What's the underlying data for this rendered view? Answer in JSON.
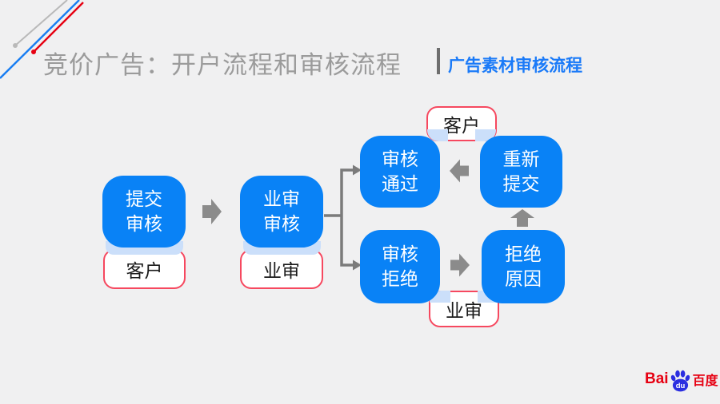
{
  "header": {
    "title": "竞价广告：开户流程和审核流程",
    "subtitle": "广告素材审核流程"
  },
  "flow": {
    "nodes": {
      "submit": {
        "line1": "提交",
        "line2": "审核"
      },
      "biz_review": {
        "line1": "业审",
        "line2": "审核"
      },
      "approved": {
        "line1": "审核",
        "line2": "通过"
      },
      "resubmit": {
        "line1": "重新",
        "line2": "提交"
      },
      "rejected": {
        "line1": "审核",
        "line2": "拒绝"
      },
      "reject_reason": {
        "line1": "拒绝",
        "line2": "原因"
      }
    },
    "actor_labels": {
      "submit_actor": "客户",
      "biz_review_actor": "业审",
      "approved_actor": "客户",
      "rejected_actor": "业审"
    }
  },
  "colors": {
    "background": "#f0f0f1",
    "node_blue": "#0982f6",
    "node_accent_light_blue": "#cbdffa",
    "actor_border_red": "#f6485f",
    "connector_gray": "#7b7b7b",
    "block_arrow_gray": "#8b8b8b",
    "title_gray": "#9b9b9b",
    "subtitle_blue": "#1a7af8",
    "deco_red": "#e60012",
    "deco_blue": "#187df2",
    "deco_gray": "#b9b9b9",
    "logo_red": "#e60012",
    "logo_blue": "#2b2ee0"
  },
  "footer": {
    "logo_bai": "Bai",
    "logo_du": "du",
    "logo_baidu_cn": "百度"
  }
}
